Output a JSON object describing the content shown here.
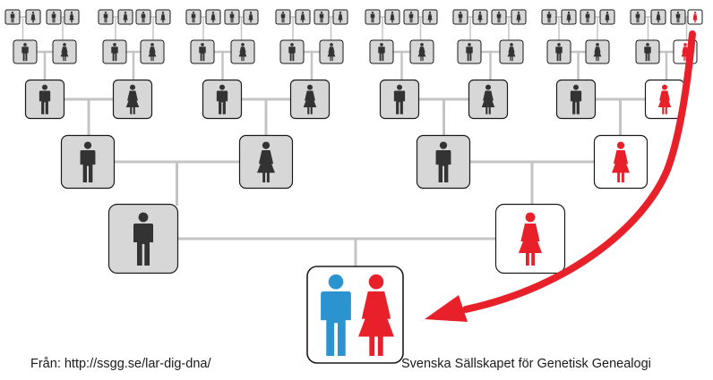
{
  "source_caption": "Från: http://ssgg.se/lar-dig-dna/",
  "society_caption": "Svenska Sällskapet för Genetisk Genealogi",
  "colors": {
    "box_fill": "#d7d7d7",
    "box_highlight_fill": "#ffffff",
    "box_stroke": "#1a1a1a",
    "line": "#c4c4c4",
    "figure": "#333333",
    "male_child": "#2a93d0",
    "highlight": "#e8202a"
  },
  "icons": {
    "male": "male-figure-icon",
    "female": "female-figure-icon",
    "arrow": "mtdna-inheritance-arrow-icon"
  },
  "highlighted_lineage": "maternal line (mother → mother's mother → ... ) highlighted in red",
  "generations": 6
}
